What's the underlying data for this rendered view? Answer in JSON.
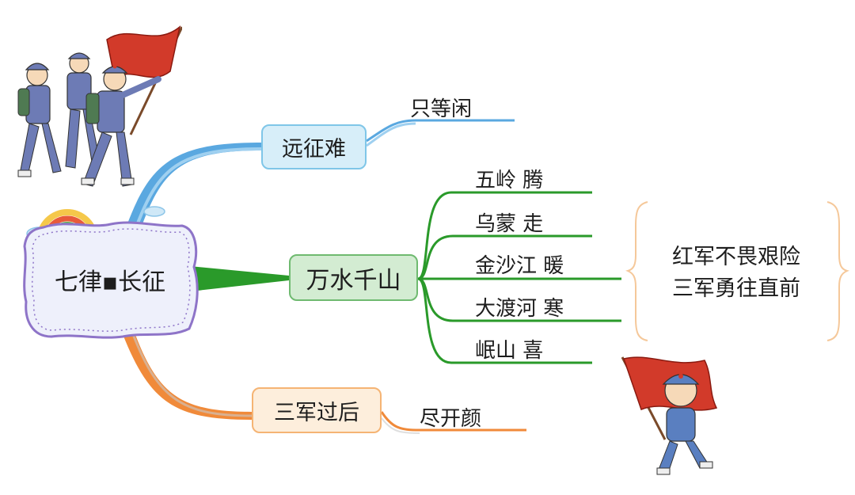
{
  "mindmap": {
    "center": "七律▪长征",
    "branches": [
      {
        "label": "远征难",
        "children": [
          "只等闲"
        ],
        "color": "#5aa8e0"
      },
      {
        "label": "万水千山",
        "children": [
          "五岭  腾",
          "乌蒙  走",
          "金沙江  暖",
          "大渡河  寒",
          "岷山  喜"
        ],
        "color": "#2a9a2a"
      },
      {
        "label": "三军过后",
        "children": [
          "尽开颜"
        ],
        "color": "#f08a3a"
      }
    ],
    "summary": [
      "红军不畏艰险",
      "三军勇往直前"
    ]
  },
  "colors": {
    "center_bg": "#eef0fb",
    "center_border": "#8e74c8",
    "branch1_fill": "#d7eef9",
    "branch2_fill": "#d3ecd2",
    "branch3_fill": "#fdeedc",
    "bracket": "#f5c89a"
  },
  "illustrations": [
    "soldiers-marching-with-red-flag",
    "child-soldier-with-red-flag",
    "rainbow-cloud"
  ]
}
